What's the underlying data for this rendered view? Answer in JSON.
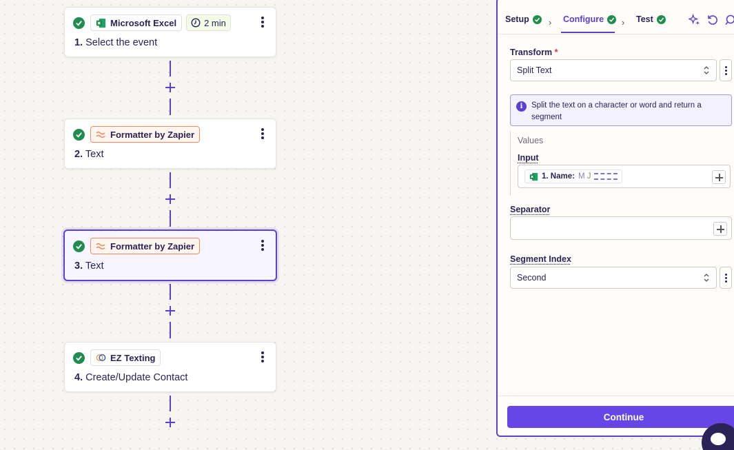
{
  "steps": [
    {
      "app": "Microsoft Excel",
      "badge": "2 min",
      "number": "1.",
      "title": "Select the event"
    },
    {
      "app": "Formatter by Zapier",
      "number": "2.",
      "title": "Text"
    },
    {
      "app": "Formatter by Zapier",
      "number": "3.",
      "title": "Text"
    },
    {
      "app": "EZ Texting",
      "number": "4.",
      "title": "Create/Update Contact"
    }
  ],
  "tabs": {
    "setup": "Setup",
    "configure": "Configure",
    "test": "Test"
  },
  "form": {
    "transform_label": "Transform",
    "required_mark": "*",
    "transform_value": "Split Text",
    "info_text": "Split the text on a character or word and return a segment",
    "values_title": "Values",
    "input_label": "Input",
    "input_pill_label": "1. Name:",
    "input_pill_value": "M J",
    "separator_label": "Separator",
    "segment_label": "Segment Index",
    "segment_value": "Second"
  },
  "footer": {
    "continue_label": "Continue"
  },
  "colors": {
    "accent": "#5b3fcf",
    "success": "#218c4f",
    "formatter": "#f08a5d",
    "button": "#6745e6"
  }
}
